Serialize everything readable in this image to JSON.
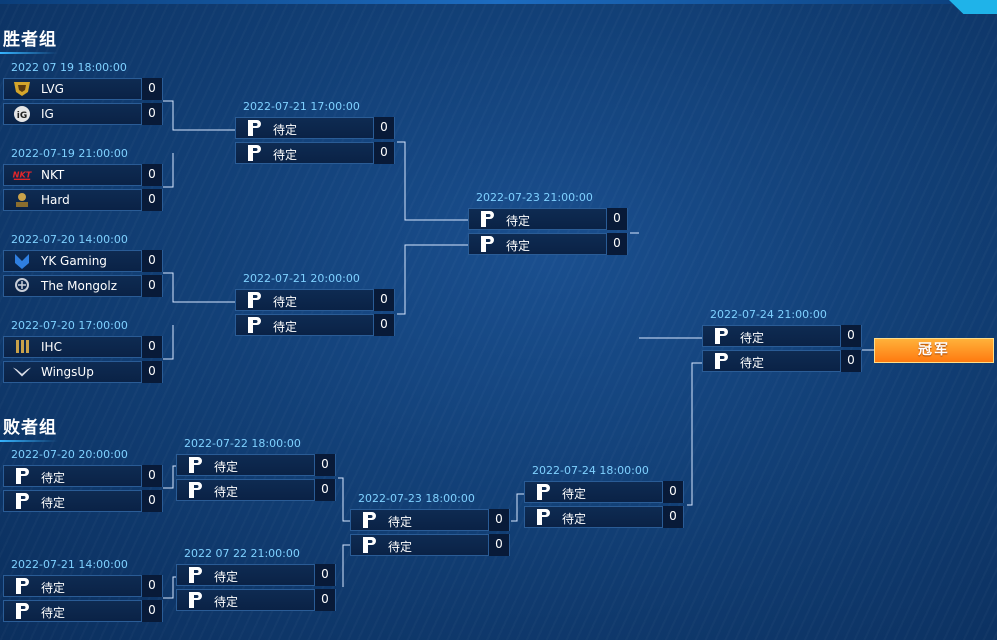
{
  "sections": {
    "upper": "胜者组",
    "lower": "败者组"
  },
  "champion_label": "冠军",
  "matches": [
    {
      "id": "w1",
      "date": "2022 07 19 18:00:00",
      "teams": [
        {
          "name": "LVG",
          "score": "0",
          "logo": "lvg-logo"
        },
        {
          "name": "IG",
          "score": "0",
          "logo": "ig-logo"
        }
      ]
    },
    {
      "id": "w2",
      "date": "2022-07-19 21:00:00",
      "teams": [
        {
          "name": "NKT",
          "score": "0",
          "logo": "nkt-logo"
        },
        {
          "name": "Hard",
          "score": "0",
          "logo": "hard-logo"
        }
      ]
    },
    {
      "id": "w3",
      "date": "2022-07-20 14:00:00",
      "teams": [
        {
          "name": "YK Gaming",
          "score": "0",
          "logo": "yk-logo"
        },
        {
          "name": "The Mongolz",
          "score": "0",
          "logo": "mongolz-logo"
        }
      ]
    },
    {
      "id": "w4",
      "date": "2022-07-20 17:00:00",
      "teams": [
        {
          "name": "IHC",
          "score": "0",
          "logo": "ihc-logo"
        },
        {
          "name": "WingsUp",
          "score": "0",
          "logo": "wingsup-logo"
        }
      ]
    },
    {
      "id": "w5",
      "date": "2022-07-21 17:00:00",
      "teams": [
        {
          "name": "待定",
          "score": "0",
          "logo": "tbd-logo"
        },
        {
          "name": "待定",
          "score": "0",
          "logo": "tbd-logo"
        }
      ]
    },
    {
      "id": "w6",
      "date": "2022-07-21 20:00:00",
      "teams": [
        {
          "name": "待定",
          "score": "0",
          "logo": "tbd-logo"
        },
        {
          "name": "待定",
          "score": "0",
          "logo": "tbd-logo"
        }
      ]
    },
    {
      "id": "w7",
      "date": "2022-07-23 21:00:00",
      "teams": [
        {
          "name": "待定",
          "score": "0",
          "logo": "tbd-logo"
        },
        {
          "name": "待定",
          "score": "0",
          "logo": "tbd-logo"
        }
      ]
    },
    {
      "id": "gf",
      "date": "2022-07-24 21:00:00",
      "teams": [
        {
          "name": "待定",
          "score": "0",
          "logo": "tbd-logo"
        },
        {
          "name": "待定",
          "score": "0",
          "logo": "tbd-logo"
        }
      ]
    },
    {
      "id": "l1",
      "date": "2022-07-20 20:00:00",
      "teams": [
        {
          "name": "待定",
          "score": "0",
          "logo": "tbd-logo"
        },
        {
          "name": "待定",
          "score": "0",
          "logo": "tbd-logo"
        }
      ]
    },
    {
      "id": "l2",
      "date": "2022-07-21 14:00:00",
      "teams": [
        {
          "name": "待定",
          "score": "0",
          "logo": "tbd-logo"
        },
        {
          "name": "待定",
          "score": "0",
          "logo": "tbd-logo"
        }
      ]
    },
    {
      "id": "l3",
      "date": "2022-07-22 18:00:00",
      "teams": [
        {
          "name": "待定",
          "score": "0",
          "logo": "tbd-logo"
        },
        {
          "name": "待定",
          "score": "0",
          "logo": "tbd-logo"
        }
      ]
    },
    {
      "id": "l4",
      "date": "2022 07 22 21:00:00",
      "teams": [
        {
          "name": "待定",
          "score": "0",
          "logo": "tbd-logo"
        },
        {
          "name": "待定",
          "score": "0",
          "logo": "tbd-logo"
        }
      ]
    },
    {
      "id": "l5",
      "date": "2022-07-23 18:00:00",
      "teams": [
        {
          "name": "待定",
          "score": "0",
          "logo": "tbd-logo"
        },
        {
          "name": "待定",
          "score": "0",
          "logo": "tbd-logo"
        }
      ]
    },
    {
      "id": "l6",
      "date": "2022-07-24 18:00:00",
      "teams": [
        {
          "name": "待定",
          "score": "0",
          "logo": "tbd-logo"
        },
        {
          "name": "待定",
          "score": "0",
          "logo": "tbd-logo"
        }
      ]
    }
  ]
}
